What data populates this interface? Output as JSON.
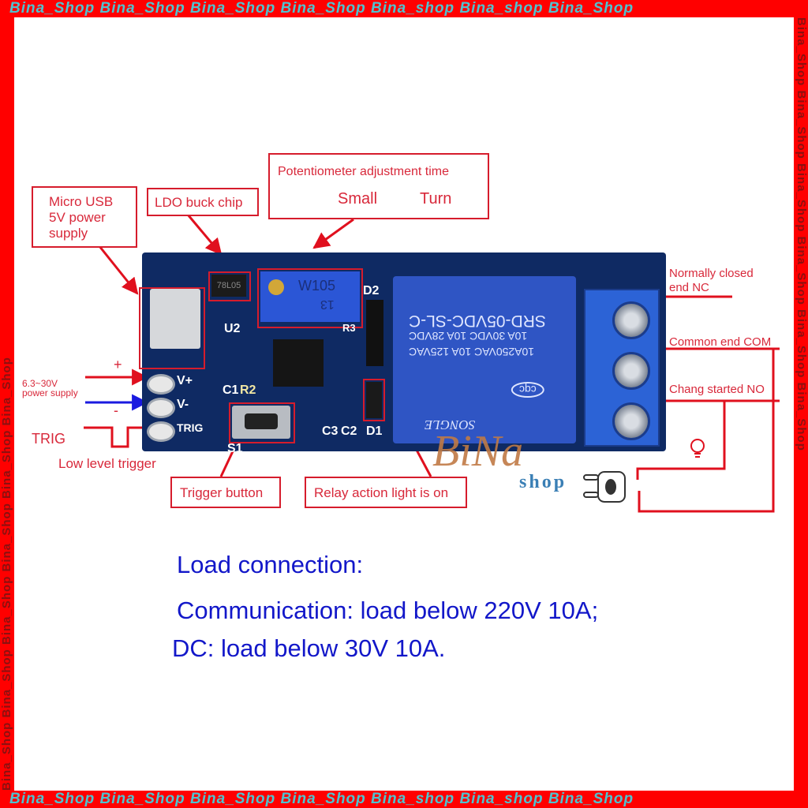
{
  "watermark": {
    "border_text": "Bina_Shop Bina_Shop Bina_Shop Bina_Shop Bina_shop Bina_shop Bina_Shop",
    "side_text": "Bina_Shop   Bina_Shop   Bina_Shop   Bina_Shop   Bina_Shop   Bina_Shop",
    "logo_main": "BiNa",
    "logo_sub": "shop",
    "border_color": "#ff0000",
    "text_color": "#4fc3d0"
  },
  "callouts": {
    "micro_usb": "Micro USB\n5V power\nsupply",
    "ldo": "LDO buck chip",
    "pot_title": "Potentiometer adjustment time",
    "pot_small": "Small",
    "pot_turn": "Turn",
    "power_plus": "+",
    "power_minus": "-",
    "power_supply": "6.3~30V\npower supply",
    "trig": "TRIG",
    "low_level": "Low level trigger",
    "trigger_button": "Trigger button",
    "relay_light": "Relay action light is on",
    "nc": "Normally closed\nend NC",
    "com": "Common end COM",
    "no": "Chang started NO"
  },
  "board": {
    "pins": [
      "V+",
      "V-",
      "TRIG"
    ],
    "u2": "U2",
    "ldo_chip": "78L05",
    "pot_label1": "W105",
    "pot_label2": "13",
    "d2": "D2",
    "r3": "R3",
    "c1": "C1",
    "r2": "R2",
    "s1": "S1",
    "c3": "C3",
    "c2": "C2",
    "d1": "D1",
    "relay_lines": [
      "SRD-05VDC-SL-C",
      "10A 30VDC  10A  28VDC",
      "10A250VAC  10A  125VAC"
    ],
    "relay_brand": "SONGLE",
    "relay_cert": "cqc"
  },
  "load": {
    "heading": "Load connection:",
    "line1": "Communication: load below 220V 10A;",
    "line2": "DC: load below 30V 10A."
  }
}
